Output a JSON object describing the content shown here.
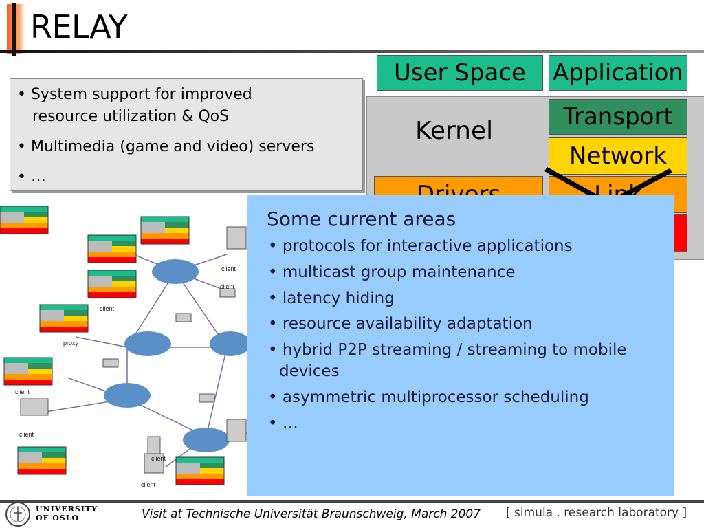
{
  "title": "RELAY",
  "bullets": [
    "• System support for improved",
    "resource utilization & QoS",
    "• Multimedia (game and video) servers",
    "• …"
  ],
  "stack": {
    "user_space": "User Space",
    "application": "Application",
    "kernel": "Kernel",
    "transport": "Transport",
    "network": "Network",
    "drivers": "Drivers",
    "link": "Link"
  },
  "areas": {
    "heading": "Some current areas",
    "items": [
      "• protocols for interactive applications",
      "• multicast group maintenance",
      "• latency hiding",
      "• resource availability adaptation",
      "• hybrid P2P streaming / streaming to mobile",
      "devices",
      "• asymmetric multiprocessor scheduling",
      "• …"
    ]
  },
  "network_labels": {
    "client": "client",
    "proxy": "proxy"
  },
  "footer": {
    "visit": "Visit at Technische Universität Braunschweig, March 2007",
    "uni_line1": "UNIVERSITY",
    "uni_line2": "OF OSLO",
    "simula": "[ simula . research laboratory ]"
  },
  "colors": {
    "green": "#1cbc8c",
    "dark_green": "#2f8f5f",
    "yellow": "#ffd400",
    "orange": "#ff9a00",
    "red": "#ff0000",
    "overlay_blue": "#99ccff"
  }
}
